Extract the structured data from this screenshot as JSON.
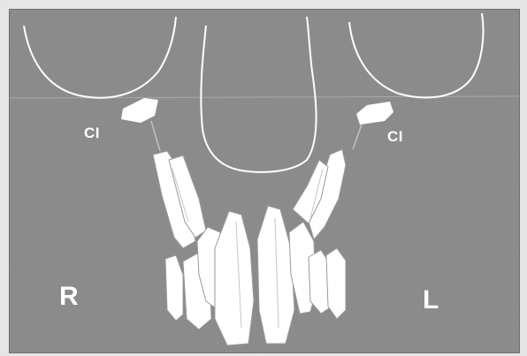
{
  "labels": {
    "ci_right_side": "CI",
    "ci_left_side": "CI",
    "side_right": "R",
    "side_left": "L"
  },
  "colors": {
    "background": "#8f8f8f",
    "outline": "#ffffff",
    "teeth": "#ffffff"
  }
}
